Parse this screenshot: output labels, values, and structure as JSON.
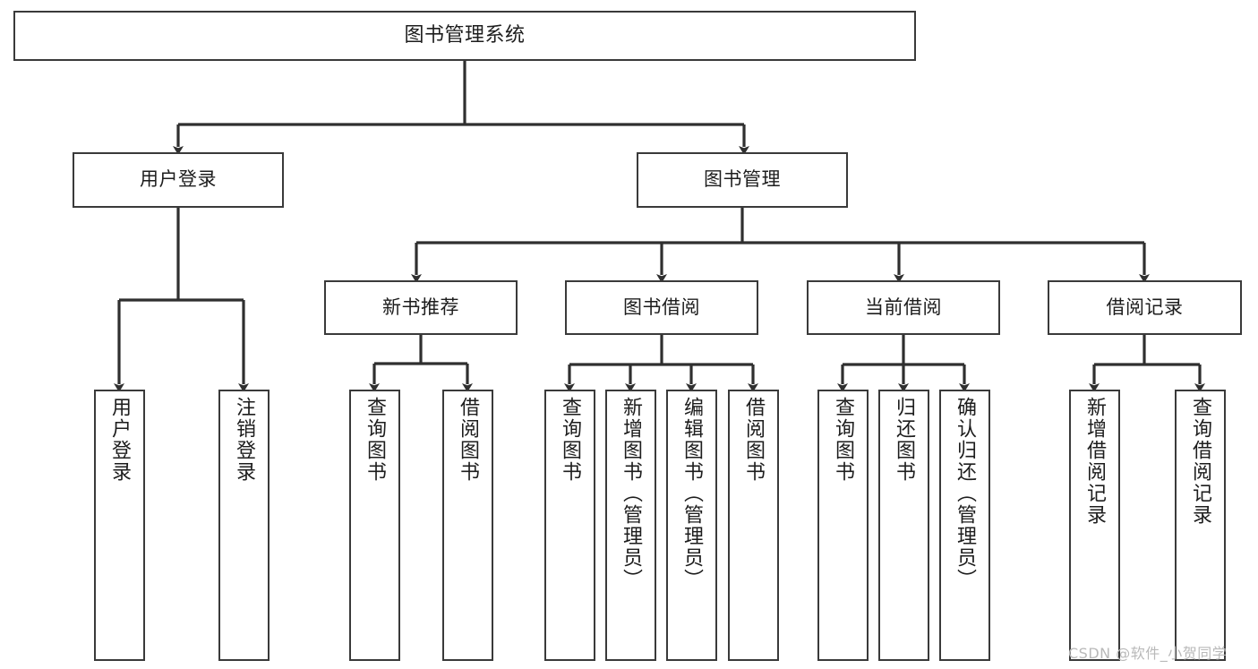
{
  "diagram": {
    "type": "tree",
    "title": "图书管理系统",
    "watermark": "CSDN @软件_小贺同学",
    "colors": {
      "node_border": "#3a3a3a",
      "node_fill": "#ffffff",
      "edge": "#2f2f2f",
      "text": "#1d1d1d",
      "watermark": "#b9b9b9",
      "background": "#ffffff"
    },
    "levels": {
      "root": "图书管理系统",
      "level2": [
        "用户登录",
        "图书管理"
      ],
      "level3": [
        "新书推荐",
        "图书借阅",
        "当前借阅",
        "借阅记录"
      ],
      "level4": [
        "用户登录",
        "注销登录",
        "查询图书",
        "借阅图书",
        "查询图书",
        "新增图书（管理员）",
        "编辑图书（管理员）",
        "借阅图书",
        "查询图书",
        "归还图书",
        "确认归还（管理员）",
        "新增借阅记录",
        "查询借阅记录"
      ]
    },
    "nodes": {
      "root": {
        "label": "图书管理系统"
      },
      "user_login": {
        "label": "用户登录"
      },
      "book_manage": {
        "label": "图书管理"
      },
      "new_book_rec": {
        "label": "新书推荐"
      },
      "book_borrow": {
        "label": "图书借阅"
      },
      "current_borrow": {
        "label": "当前借阅"
      },
      "borrow_record": {
        "label": "借阅记录"
      },
      "leaf_user_login": {
        "label": "用户登录"
      },
      "leaf_logout": {
        "label": "注销登录"
      },
      "leaf_query_book_a": {
        "label": "查询图书"
      },
      "leaf_borrow_book_a": {
        "label": "借阅图书"
      },
      "leaf_query_book_b": {
        "label": "查询图书"
      },
      "leaf_add_book": {
        "label": "新增图书（管理员）"
      },
      "leaf_edit_book": {
        "label": "编辑图书（管理员）"
      },
      "leaf_borrow_book_b": {
        "label": "借阅图书"
      },
      "leaf_query_book_c": {
        "label": "查询图书"
      },
      "leaf_return_book": {
        "label": "归还图书"
      },
      "leaf_confirm_return": {
        "label": "确认归还（管理员）"
      },
      "leaf_add_record": {
        "label": "新增借阅记录"
      },
      "leaf_query_record": {
        "label": "查询借阅记录"
      }
    },
    "edges": [
      {
        "from": "root",
        "to": "user_login"
      },
      {
        "from": "root",
        "to": "book_manage"
      },
      {
        "from": "user_login",
        "to": "leaf_user_login"
      },
      {
        "from": "user_login",
        "to": "leaf_logout"
      },
      {
        "from": "book_manage",
        "to": "new_book_rec"
      },
      {
        "from": "book_manage",
        "to": "book_borrow"
      },
      {
        "from": "book_manage",
        "to": "current_borrow"
      },
      {
        "from": "book_manage",
        "to": "borrow_record"
      },
      {
        "from": "new_book_rec",
        "to": "leaf_query_book_a"
      },
      {
        "from": "new_book_rec",
        "to": "leaf_borrow_book_a"
      },
      {
        "from": "book_borrow",
        "to": "leaf_query_book_b"
      },
      {
        "from": "book_borrow",
        "to": "leaf_add_book"
      },
      {
        "from": "book_borrow",
        "to": "leaf_edit_book"
      },
      {
        "from": "book_borrow",
        "to": "leaf_borrow_book_b"
      },
      {
        "from": "current_borrow",
        "to": "leaf_query_book_c"
      },
      {
        "from": "current_borrow",
        "to": "leaf_return_book"
      },
      {
        "from": "current_borrow",
        "to": "leaf_confirm_return"
      },
      {
        "from": "borrow_record",
        "to": "leaf_add_record"
      },
      {
        "from": "borrow_record",
        "to": "leaf_query_record"
      }
    ]
  }
}
